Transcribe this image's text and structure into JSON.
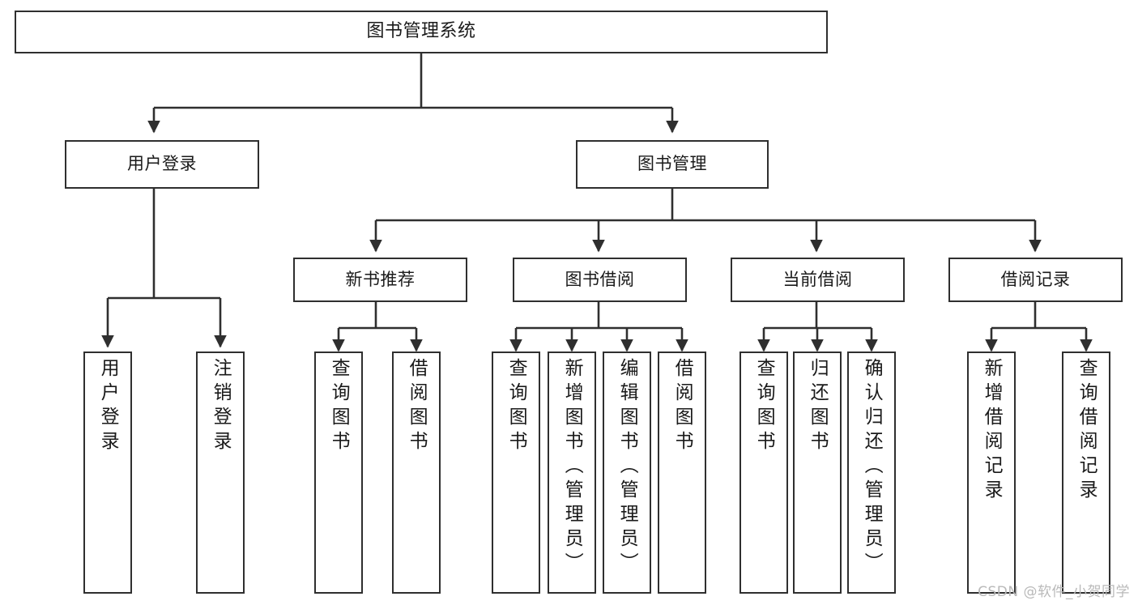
{
  "diagram": {
    "title": "图书管理系统",
    "type": "tree-hierarchy-diagram",
    "root": {
      "label": "图书管理系统"
    },
    "level2": [
      {
        "id": "user-login",
        "label": "用户登录"
      },
      {
        "id": "book-management",
        "label": "图书管理"
      }
    ],
    "level3": [
      {
        "id": "new-book-recommend",
        "label": "新书推荐"
      },
      {
        "id": "book-borrow",
        "label": "图书借阅"
      },
      {
        "id": "current-borrow",
        "label": "当前借阅"
      },
      {
        "id": "borrow-record",
        "label": "借阅记录"
      }
    ],
    "leaves": {
      "user-login": [
        {
          "id": "leaf-user-login",
          "label": "用户登录"
        },
        {
          "id": "leaf-logout-login",
          "label": "注销登录"
        }
      ],
      "new-book-recommend": [
        {
          "id": "leaf-query-book-1",
          "label": "查询图书"
        },
        {
          "id": "leaf-borrow-book-1",
          "label": "借阅图书"
        }
      ],
      "book-borrow": [
        {
          "id": "leaf-query-book-2",
          "label": "查询图书"
        },
        {
          "id": "leaf-add-book",
          "label": "新增图书（管理员）"
        },
        {
          "id": "leaf-edit-book",
          "label": "编辑图书（管理员）"
        },
        {
          "id": "leaf-borrow-book-2",
          "label": "借阅图书"
        }
      ],
      "current-borrow": [
        {
          "id": "leaf-query-book-3",
          "label": "查询图书"
        },
        {
          "id": "leaf-return-book",
          "label": "归还图书"
        },
        {
          "id": "leaf-confirm-return",
          "label": "确认归还（管理员）"
        }
      ],
      "borrow-record": [
        {
          "id": "leaf-add-record",
          "label": "新增借阅记录"
        },
        {
          "id": "leaf-query-record",
          "label": "查询借阅记录"
        }
      ]
    },
    "colors": {
      "stroke": "#2f2f2f",
      "fill": "#ffffff",
      "text": "#1a1a1a",
      "watermark": "#b9b9b9"
    }
  },
  "watermark": {
    "text": "CSDN @软件_小贺同学"
  }
}
